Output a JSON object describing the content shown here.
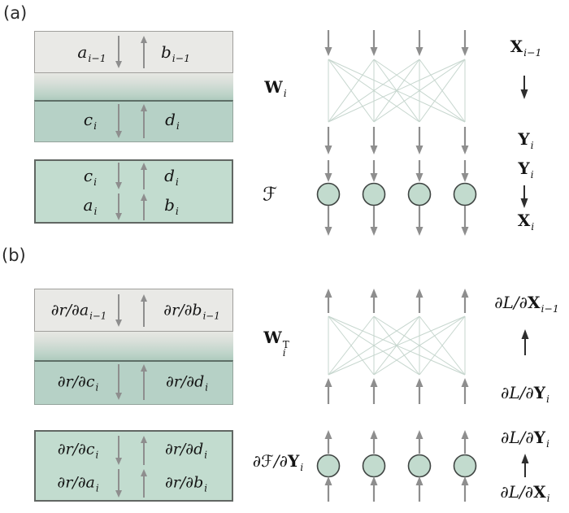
{
  "figure": {
    "panel_a_tag": "(a)",
    "panel_b_tag": "(b)"
  },
  "panel_a": {
    "label": "(a)",
    "top_box": {
      "left": {
        "base": "a",
        "sub": "i−1"
      },
      "right": {
        "base": "b",
        "sub": "i−1"
      }
    },
    "mid_box": {
      "left": {
        "base": "c",
        "sub": "i"
      },
      "right": {
        "base": "d",
        "sub": "i"
      }
    },
    "bottom_box": {
      "r1l": {
        "base": "c",
        "sub": "i"
      },
      "r1r": {
        "base": "d",
        "sub": "i"
      },
      "r2l": {
        "base": "a",
        "sub": "i"
      },
      "r2r": {
        "base": "b",
        "sub": "i"
      }
    },
    "weight": {
      "base": "W",
      "sub": "i"
    },
    "func": "ℱ",
    "right": {
      "x_prev": {
        "base": "X",
        "sub": "i−1"
      },
      "y_a": {
        "base": "Y",
        "sub": "i"
      },
      "y_b": {
        "base": "Y",
        "sub": "i"
      },
      "x_cur": {
        "base": "X",
        "sub": "i"
      }
    }
  },
  "panel_b": {
    "label": "(b)",
    "top_box": {
      "left": {
        "base": "∂r/∂a",
        "sub": "i−1"
      },
      "right": {
        "base": "∂r/∂b",
        "sub": "i−1"
      }
    },
    "mid_box": {
      "left": {
        "base": "∂r/∂c",
        "sub": "i"
      },
      "right": {
        "base": "∂r/∂d",
        "sub": "i"
      }
    },
    "bottom_box": {
      "r1l": {
        "base": "∂r/∂c",
        "sub": "i"
      },
      "r1r": {
        "base": "∂r/∂d",
        "sub": "i"
      },
      "r2l": {
        "base": "∂r/∂a",
        "sub": "i"
      },
      "r2r": {
        "base": "∂r/∂b",
        "sub": "i"
      }
    },
    "weight": {
      "base": "W",
      "sub": "i",
      "sup": "T"
    },
    "func": {
      "pre": "∂ℱ/∂",
      "base": "Y",
      "sub": "i"
    },
    "right": {
      "dx_prev": {
        "pre": "∂L/∂",
        "base": "X",
        "sub": "i−1"
      },
      "dy_a": {
        "pre": "∂L/∂",
        "base": "Y",
        "sub": "i"
      },
      "dy_b": {
        "pre": "∂L/∂",
        "base": "Y",
        "sub": "i"
      },
      "dx_cur": {
        "pre": "∂L/∂",
        "base": "X",
        "sub": "i"
      }
    }
  },
  "colors": {
    "background": "#ffffff",
    "box_gray_fill": "#e9e9e6",
    "box_gray_border": "#a09f9c",
    "box_green_fill": "#b6d1c6",
    "box_green_border": "#93a39b",
    "box_green_top_border": "#5e6f67",
    "box_green2_fill": "#c2dccf",
    "box_green2_border": "#616763",
    "gradient_top": "#e7e8e3",
    "gradient_bottom": "#aecabd",
    "arrow_gray": "#8e8e8e",
    "arrow_dark": "#2e2e2e",
    "connection_line": "#c6d6ce",
    "node_fill": "#c2dbce",
    "node_stroke": "#3f4442",
    "text": "#141414"
  }
}
